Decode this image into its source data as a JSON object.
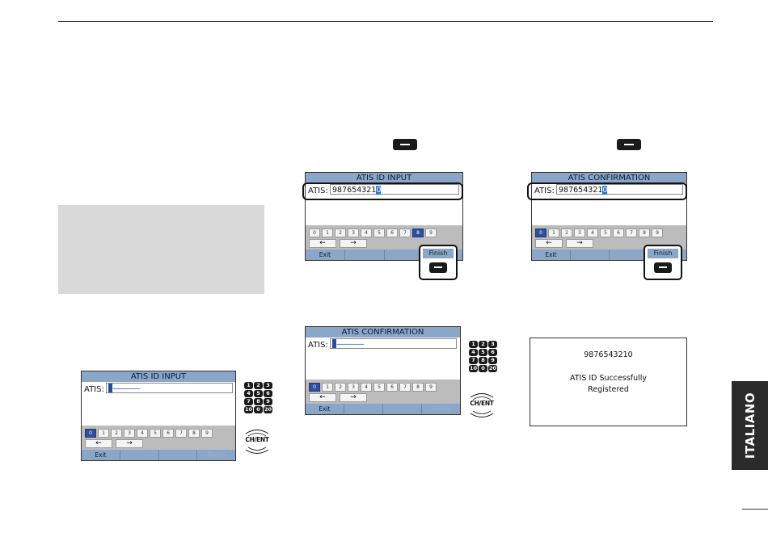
{
  "keypad_keys": [
    "1",
    "2",
    "3",
    "4",
    "5",
    "6",
    "7",
    "8",
    "9",
    "10",
    "0",
    "20"
  ],
  "dial_label": "CH/ENT",
  "digits": [
    "0",
    "1",
    "2",
    "3",
    "4",
    "5",
    "6",
    "7",
    "8",
    "9"
  ],
  "arrows": {
    "left": "←",
    "right": "→"
  },
  "softkeys": [
    "Exit",
    "",
    "",
    "Finish"
  ],
  "atis_label": "ATIS:",
  "screens": {
    "input_empty": {
      "title": "ATIS ID INPUT",
      "dashes": "–––––––––",
      "selected_digit": "0"
    },
    "input_filled": {
      "title": "ATIS ID INPUT",
      "value": "987654321",
      "cursor_char": "0",
      "selected_digit": "8"
    },
    "confirm_filled": {
      "title": "ATIS CONFIRMATION",
      "value": "987654321",
      "cursor_char": "0",
      "selected_digit": "0"
    },
    "confirm_empty": {
      "title": "ATIS CONFIRMATION",
      "dashes": "–––––––––",
      "selected_digit": "0"
    }
  },
  "registered": {
    "id": "9876543210",
    "line1": "ATIS ID Successfully",
    "line2": "Registered"
  },
  "side_tab": "ITALIANO"
}
